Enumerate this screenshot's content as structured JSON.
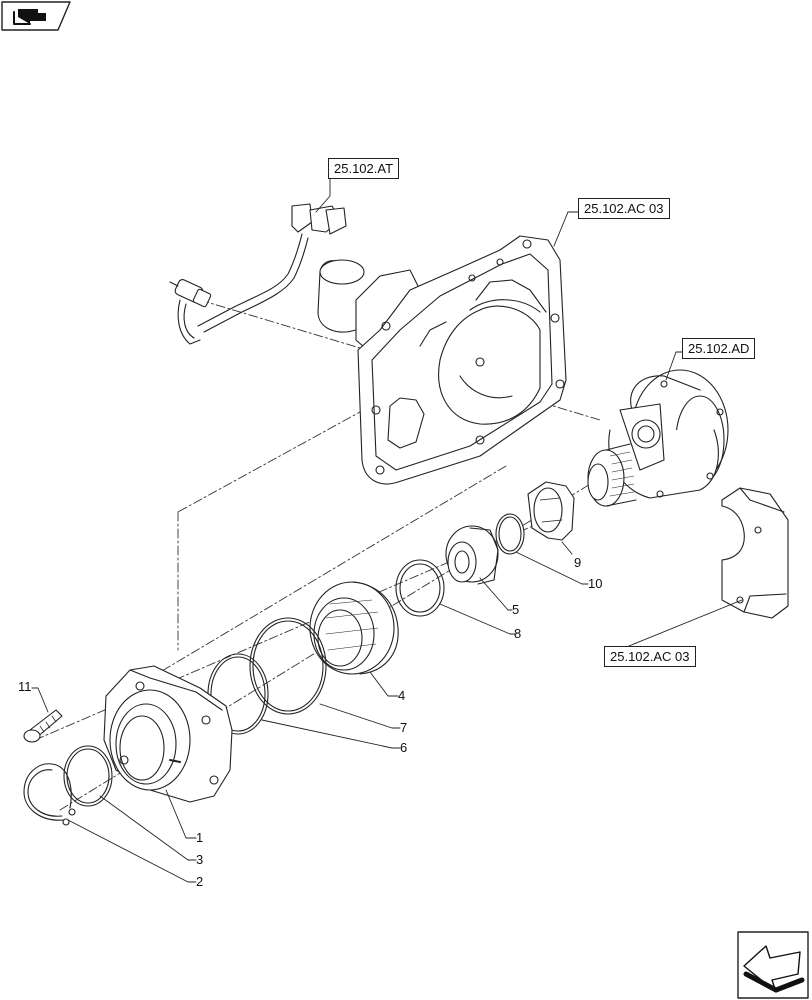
{
  "refs": {
    "at": "25.102.AT",
    "ac03_top": "25.102.AC 03",
    "ad": "25.102.AD",
    "ac03_bottom": "25.102.AC 03"
  },
  "parts": {
    "p1": "1",
    "p2": "2",
    "p3": "3",
    "p4": "4",
    "p5": "5",
    "p6": "6",
    "p7": "7",
    "p8": "8",
    "p9": "9",
    "p10": "10",
    "p11": "11"
  },
  "icons": {
    "top_left": "book-arrow-icon",
    "bottom_right": "next-page-arrow-icon"
  }
}
